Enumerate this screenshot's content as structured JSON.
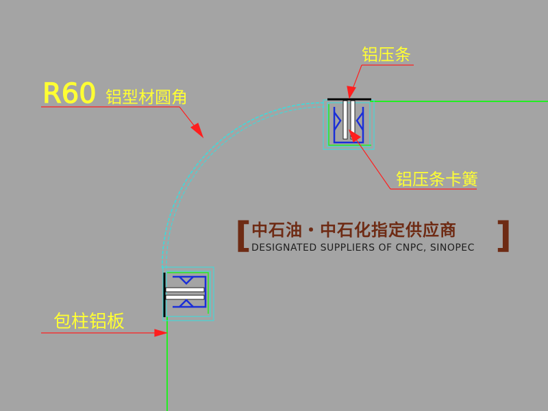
{
  "labels": {
    "r60": "R60",
    "r60_desc": "铝型材圆角",
    "press_strip": "铝压条",
    "press_strip_clip": "铝压条卡簧",
    "column_panel": "包柱铝板"
  },
  "watermark": {
    "cn": "中石油・中石化指定供应商",
    "en": "DESIGNATED SUPPLIERS OF CNPC, SINOPEC",
    "bracket_left": "[",
    "bracket_right": "]"
  },
  "colors": {
    "background": "#a4a4a4",
    "label": "#ffff33",
    "leader": "#ff1e1e",
    "panel": "#22ee22",
    "profile": "#33e0e0",
    "clip": "#1a2ed8",
    "bracket": "#6e2b14"
  }
}
